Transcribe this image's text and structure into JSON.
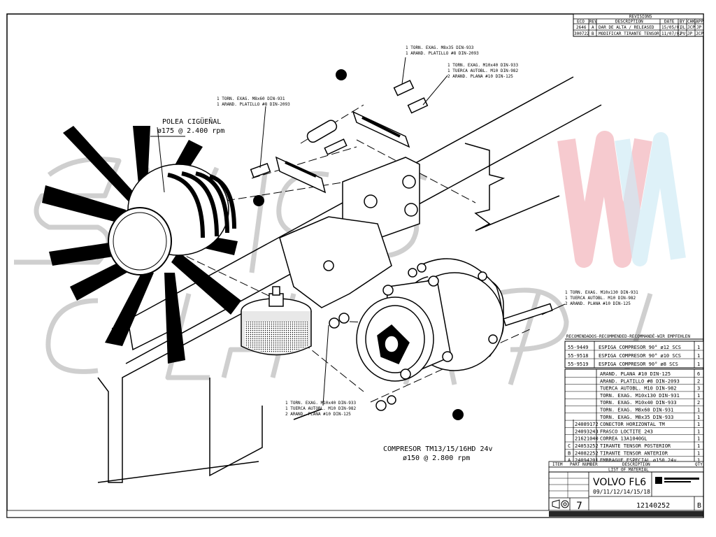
{
  "revisions": {
    "title": "REVISIONS",
    "headers": [
      "ECO",
      "REV",
      "DESCRIPTION",
      "DATE",
      "BY",
      "CHK",
      "APP"
    ],
    "rows": [
      [
        "2646",
        "A",
        "DAR DE ALTA / RELEASED",
        "15/05/01",
        "JL",
        "JCP",
        "JP"
      ],
      [
        "300722",
        "B",
        "MODIFICAR TIRANTE TENSOR",
        "11/07/02",
        "PV",
        "JP",
        "JCP"
      ]
    ]
  },
  "callouts": {
    "top_bolt": [
      "1 TORN. EXAG. M8x35 DIN-933",
      "1 ARAND. PLATILLO #8 DIN-2093"
    ],
    "top_right_bolt": [
      "1 TORN. EXAG. M10x40 DIN-933",
      "1 TUERCA AUTOBL. M10 DIN-982",
      "2 ARAND. PLANA #10 DIN-125"
    ],
    "left_bolt": [
      "1 TORN. EXAG. M8x60 DIN-931",
      "1 ARAND. PLATILLO #8 DIN-2093"
    ],
    "long_bolt": [
      "1 TORN. EXAG. M10x130 DIN-931",
      "1 TUERCA AUTOBL. M10 DIN-982",
      "2 ARAND. PLANA #10 DIN-125"
    ],
    "bottom_bolt": [
      "1 TORN. EXAG. M10x40 DIN-933",
      "1 TUERCA AUTOBL. M10 DIN-982",
      "2 ARAND. PLANA #10 DIN-125"
    ]
  },
  "pulley_label": {
    "name": "POLEA CIGÜEÑAL",
    "spec": "ø175 @ 2.400 rpm"
  },
  "compressor_label": {
    "name": "COMPRESOR TM13/15/16HD 24v",
    "spec": "ø150 @ 2.800 rpm"
  },
  "recommended": {
    "title": "RECOMENDADOS-RECOMMENDED-RECOMMANDÉ-WIR EMPFEHLEN",
    "rows": [
      {
        "code": "55-9449",
        "desc": "ESPIGA COMPRESOR 90° ø12 SCS",
        "qty": "1"
      },
      {
        "code": "55-9518",
        "desc": "ESPIGA COMPRESOR 90° ø10 SCS",
        "qty": "1"
      },
      {
        "code": "55-9519",
        "desc": "ESPIGA COMPRESOR 90° ø8 SCS",
        "qty": "1"
      }
    ]
  },
  "bom": [
    {
      "item": "",
      "part": "",
      "desc": "ARAND. PLANA #10 DIN-125",
      "qty": "6"
    },
    {
      "item": "",
      "part": "",
      "desc": "ARAND. PLATILLO #8 DIN-2093",
      "qty": "2"
    },
    {
      "item": "",
      "part": "",
      "desc": "TUERCA AUTOBL. M10 DIN-982",
      "qty": "3"
    },
    {
      "item": "",
      "part": "",
      "desc": "TORN. EXAG. M10x130 DIN-931",
      "qty": "1"
    },
    {
      "item": "",
      "part": "",
      "desc": "TORN. EXAG. M10x40 DIN-933",
      "qty": "2"
    },
    {
      "item": "",
      "part": "",
      "desc": "TORN. EXAG. M8x60 DIN-931",
      "qty": "1"
    },
    {
      "item": "",
      "part": "",
      "desc": "TORN. EXAG. M8x35 DIN-933",
      "qty": "1"
    },
    {
      "item": "",
      "part": "24089172",
      "desc": "CONECTOR HORIZONTAL TM",
      "qty": "1"
    },
    {
      "item": "",
      "part": "24093243",
      "desc": "FRASCO LOCTITE 243",
      "qty": "1"
    },
    {
      "item": "",
      "part": "21621040",
      "desc": "CORREA 13A1040GL",
      "qty": "1"
    },
    {
      "item": "C",
      "part": "24053252",
      "desc": "TIRANTE TENSOR POSTERIOR",
      "qty": "1"
    },
    {
      "item": "B",
      "part": "24082252",
      "desc": "TIRANTE TENSOR ANTERIOR",
      "qty": "1"
    },
    {
      "item": "A",
      "part": "24094201",
      "desc": "EMBRAGUE ESPECIAL ø150 24v.",
      "qty": "1"
    }
  ],
  "bom_headers": [
    "ITEM",
    "PART NUMBER",
    "DESCRIPTION",
    "QTY"
  ],
  "list_title": "LIST OF MATERIAL",
  "title_block": {
    "vehicle": "VOLVO FL6",
    "models": "09/11/12/14/15/18",
    "sheet": "7",
    "drawing_number": "12140252",
    "rev": "B"
  }
}
